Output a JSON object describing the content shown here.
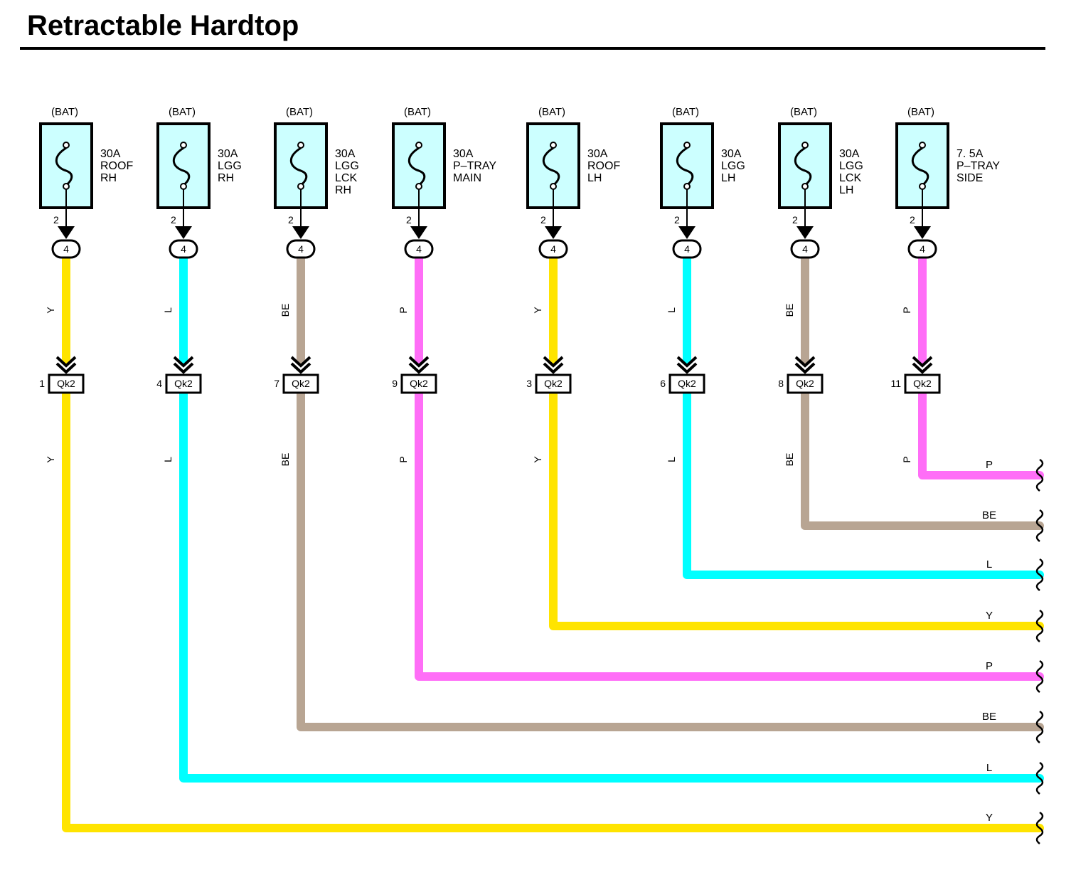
{
  "title": "Retractable Hardtop",
  "colors": {
    "Y": "#ffe400",
    "L": "#00ffff",
    "BE": "#b8a593",
    "P": "#ff6ef7",
    "fuse_fill": "#ccffff"
  },
  "source_label": "(BAT)",
  "fuse_pin": "2",
  "jb_number": "4",
  "connector_id": "Qk2",
  "circuits": [
    {
      "fuse_lines": [
        "30A",
        "ROOF",
        "RH"
      ],
      "wire": "Y",
      "pin": "1"
    },
    {
      "fuse_lines": [
        "30A",
        "LGG",
        "RH"
      ],
      "wire": "L",
      "pin": "4"
    },
    {
      "fuse_lines": [
        "30A",
        "LGG",
        "LCK",
        "RH"
      ],
      "wire": "BE",
      "pin": "7"
    },
    {
      "fuse_lines": [
        "30A",
        "P–TRAY",
        "MAIN"
      ],
      "wire": "P",
      "pin": "9"
    },
    {
      "fuse_lines": [
        "30A",
        "ROOF",
        "LH"
      ],
      "wire": "Y",
      "pin": "3"
    },
    {
      "fuse_lines": [
        "30A",
        "LGG",
        "LH"
      ],
      "wire": "L",
      "pin": "6"
    },
    {
      "fuse_lines": [
        "30A",
        "LGG",
        "LCK",
        "LH"
      ],
      "wire": "BE",
      "pin": "8"
    },
    {
      "fuse_lines": [
        "7. 5A",
        "P–TRAY",
        "SIDE"
      ],
      "wire": "P",
      "pin": "11"
    }
  ]
}
